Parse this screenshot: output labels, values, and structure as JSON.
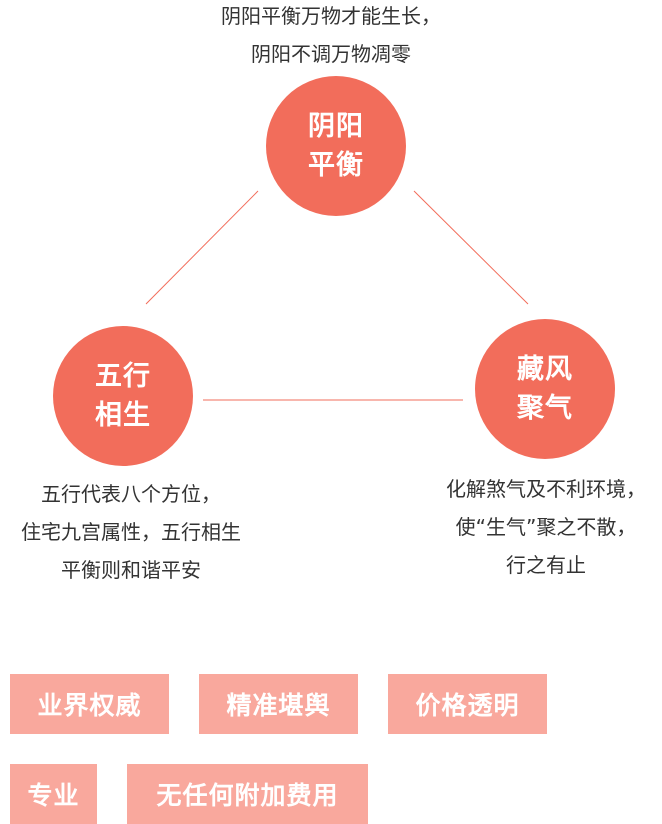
{
  "top_caption": {
    "line1": "阴阳平衡万物才能生长，",
    "line2": "阴阳不调万物凋零"
  },
  "circles": {
    "top": {
      "line1": "阴阳",
      "line2": "平衡"
    },
    "left": {
      "line1": "五行",
      "line2": "相生"
    },
    "right": {
      "line1": "藏风",
      "line2": "聚气"
    }
  },
  "left_caption": {
    "line1": "五行代表八个方位，",
    "line2": "住宅九宫属性，五行相生",
    "line3": "平衡则和谐平安"
  },
  "right_caption": {
    "line1": "化解煞气及不利环境，",
    "line2": "使“生气”聚之不散，",
    "line3": "行之有止"
  },
  "tags": [
    "业界权威",
    "精准堪舆",
    "价格透明",
    "专业",
    "无任何附加费用"
  ],
  "colors": {
    "circle": "#f26d5b",
    "connector": "#f26d5b",
    "tag_bg": "#f9a89d"
  }
}
